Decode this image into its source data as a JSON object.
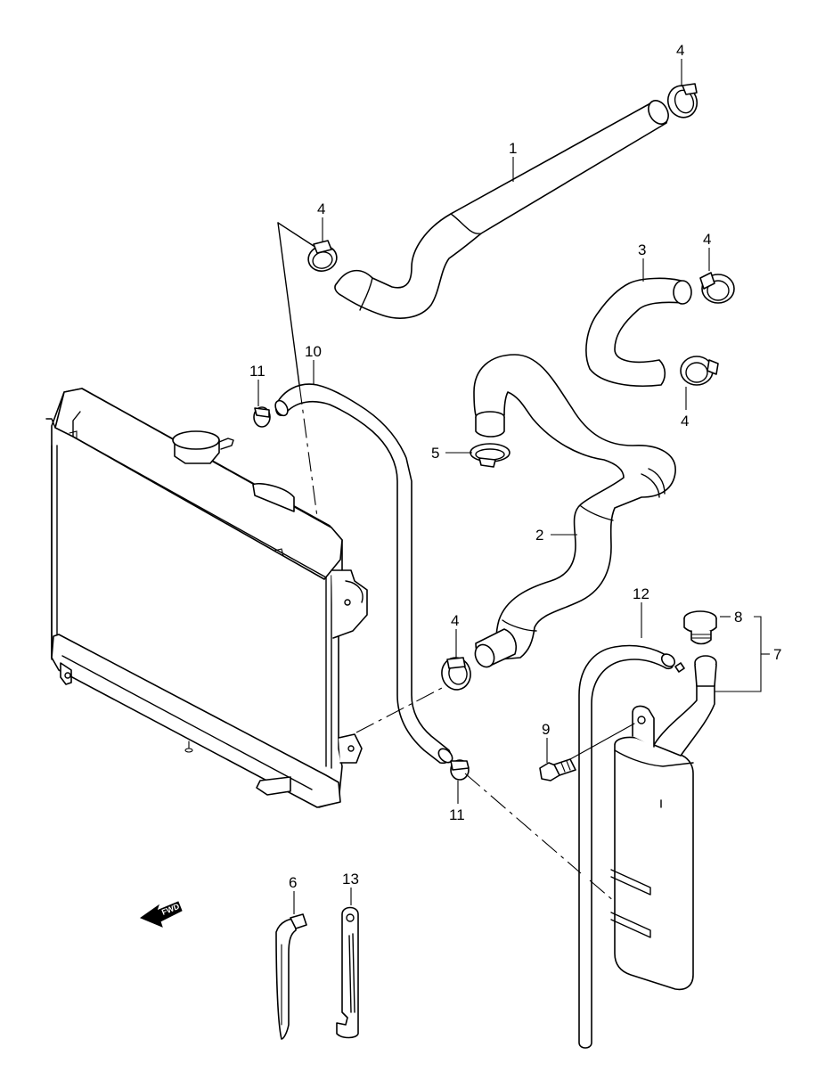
{
  "diagram": {
    "callouts": [
      {
        "id": "c1",
        "text": "1"
      },
      {
        "id": "c2",
        "text": "2"
      },
      {
        "id": "c3",
        "text": "3"
      },
      {
        "id": "c4a",
        "text": "4"
      },
      {
        "id": "c4b",
        "text": "4"
      },
      {
        "id": "c4c",
        "text": "4"
      },
      {
        "id": "c4d",
        "text": "4"
      },
      {
        "id": "c4e",
        "text": "4"
      },
      {
        "id": "c5",
        "text": "5"
      },
      {
        "id": "c6",
        "text": "6"
      },
      {
        "id": "c7",
        "text": "7"
      },
      {
        "id": "c8",
        "text": "8"
      },
      {
        "id": "c9",
        "text": "9"
      },
      {
        "id": "c10",
        "text": "10"
      },
      {
        "id": "c11a",
        "text": "11"
      },
      {
        "id": "c11b",
        "text": "11"
      },
      {
        "id": "c12",
        "text": "12"
      },
      {
        "id": "c13",
        "text": "13"
      }
    ],
    "fwd_label": "FWD",
    "colors": {
      "ink": "#000000",
      "paper": "#ffffff"
    }
  }
}
